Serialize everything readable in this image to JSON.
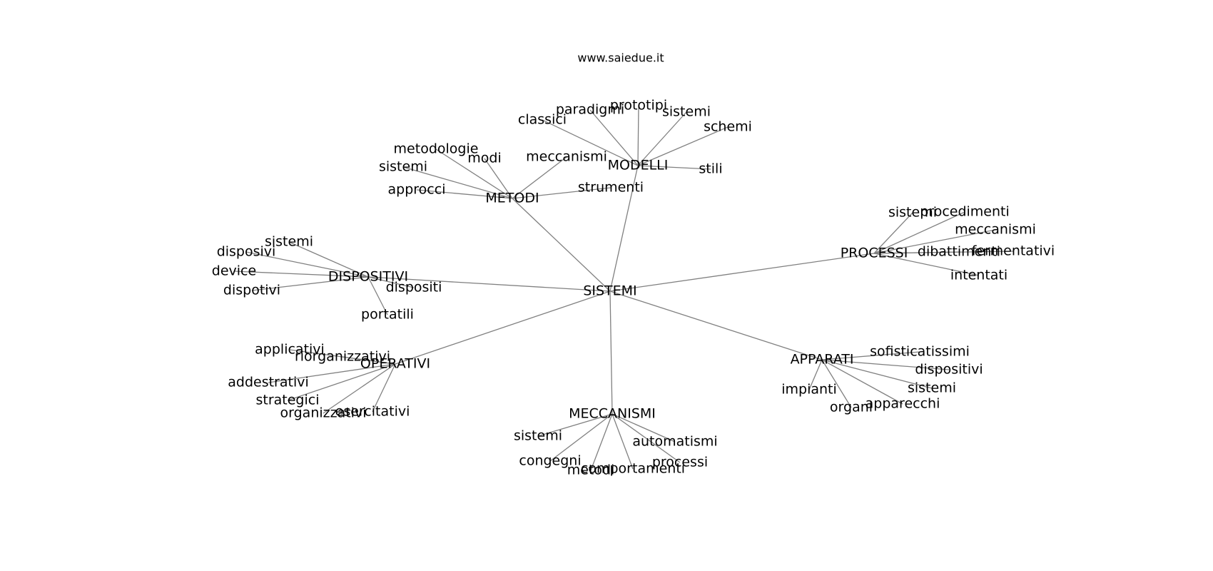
{
  "watermark": "www.saiedue.it",
  "graph": {
    "root": "SISTEMI",
    "branches": [
      {
        "label": "METODI",
        "leaves": [
          "metodologie",
          "modi",
          "sistemi",
          "approcci",
          "meccanismi",
          "strumenti"
        ]
      },
      {
        "label": "MODELLI",
        "leaves": [
          "classici",
          "paradigmi",
          "prototipi",
          "sistemi",
          "schemi",
          "stili"
        ]
      },
      {
        "label": "DISPOSITIVI",
        "leaves": [
          "sistemi",
          "disposivi",
          "device",
          "dispotivi",
          "dispositi",
          "portatili"
        ]
      },
      {
        "label": "PROCESSI",
        "leaves": [
          "sistemi",
          "procedimenti",
          "meccanismi",
          "dibattimenti",
          "fermentativi",
          "intentati"
        ]
      },
      {
        "label": "OPERATIVI",
        "leaves": [
          "applicativi",
          "riorganizzativi",
          "addestrativi",
          "strategici",
          "organizzativi",
          "esercitativi"
        ]
      },
      {
        "label": "APPARATI",
        "leaves": [
          "sofisticatissimi",
          "dispositivi",
          "impianti",
          "sistemi",
          "organi",
          "apparecchi"
        ]
      },
      {
        "label": "MECCANISMI",
        "leaves": [
          "sistemi",
          "automatismi",
          "congegni",
          "metodi",
          "comportamenti",
          "processi"
        ]
      }
    ]
  }
}
